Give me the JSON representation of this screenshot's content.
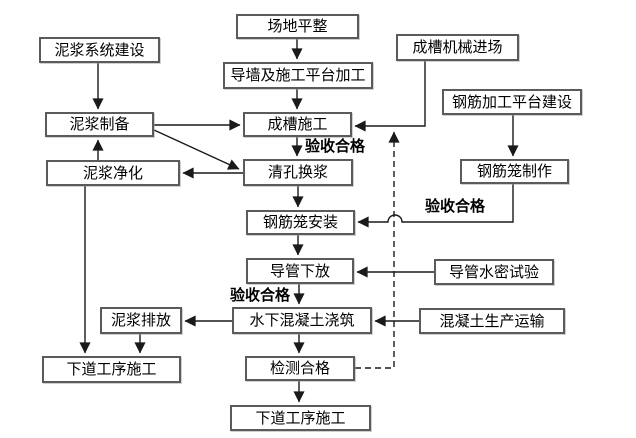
{
  "diagram": {
    "background_color": "#ffffff",
    "box_fill_color": "#ffffff",
    "box_border_color": "#5b5b5b",
    "line_color": "#1a1a1a",
    "text_color": "#000000"
  },
  "nodes": [
    {
      "id": "mud-system",
      "label": "泥浆系统建设"
    },
    {
      "id": "mud-preparation",
      "label": "泥浆制备"
    },
    {
      "id": "mud-purification",
      "label": "泥浆净化"
    },
    {
      "id": "mud-discharge",
      "label": "泥浆排放"
    },
    {
      "id": "next-process-left",
      "label": "下道工序施工"
    },
    {
      "id": "site-leveling",
      "label": "场地平整"
    },
    {
      "id": "guide-wall-platform",
      "label": "导墙及施工平台加工"
    },
    {
      "id": "trenching",
      "label": "成槽施工"
    },
    {
      "id": "hole-clean-slurry",
      "label": "清孔换浆"
    },
    {
      "id": "rebar-cage-install",
      "label": "钢筋笼安装"
    },
    {
      "id": "tremie-lowering",
      "label": "导管下放"
    },
    {
      "id": "underwater-concrete",
      "label": "水下混凝土浇筑"
    },
    {
      "id": "inspection-pass",
      "label": "检测合格"
    },
    {
      "id": "next-process-bottom",
      "label": "下道工序施工"
    },
    {
      "id": "trench-machine-entry",
      "label": "成槽机械进场"
    },
    {
      "id": "rebar-platform-build",
      "label": "钢筋加工平台建设"
    },
    {
      "id": "rebar-cage-fabricate",
      "label": "钢筋笼制作"
    },
    {
      "id": "tremie-watertight-test",
      "label": "导管水密试验"
    },
    {
      "id": "concrete-production",
      "label": "混凝土生产运输"
    }
  ],
  "edge_labels": [
    {
      "id": "acceptance-after-trenching",
      "text": "验收合格"
    },
    {
      "id": "acceptance-after-cage-fabrication",
      "text": "验收合格"
    },
    {
      "id": "acceptance-after-tremie-lowering",
      "text": "验收合格"
    }
  ]
}
